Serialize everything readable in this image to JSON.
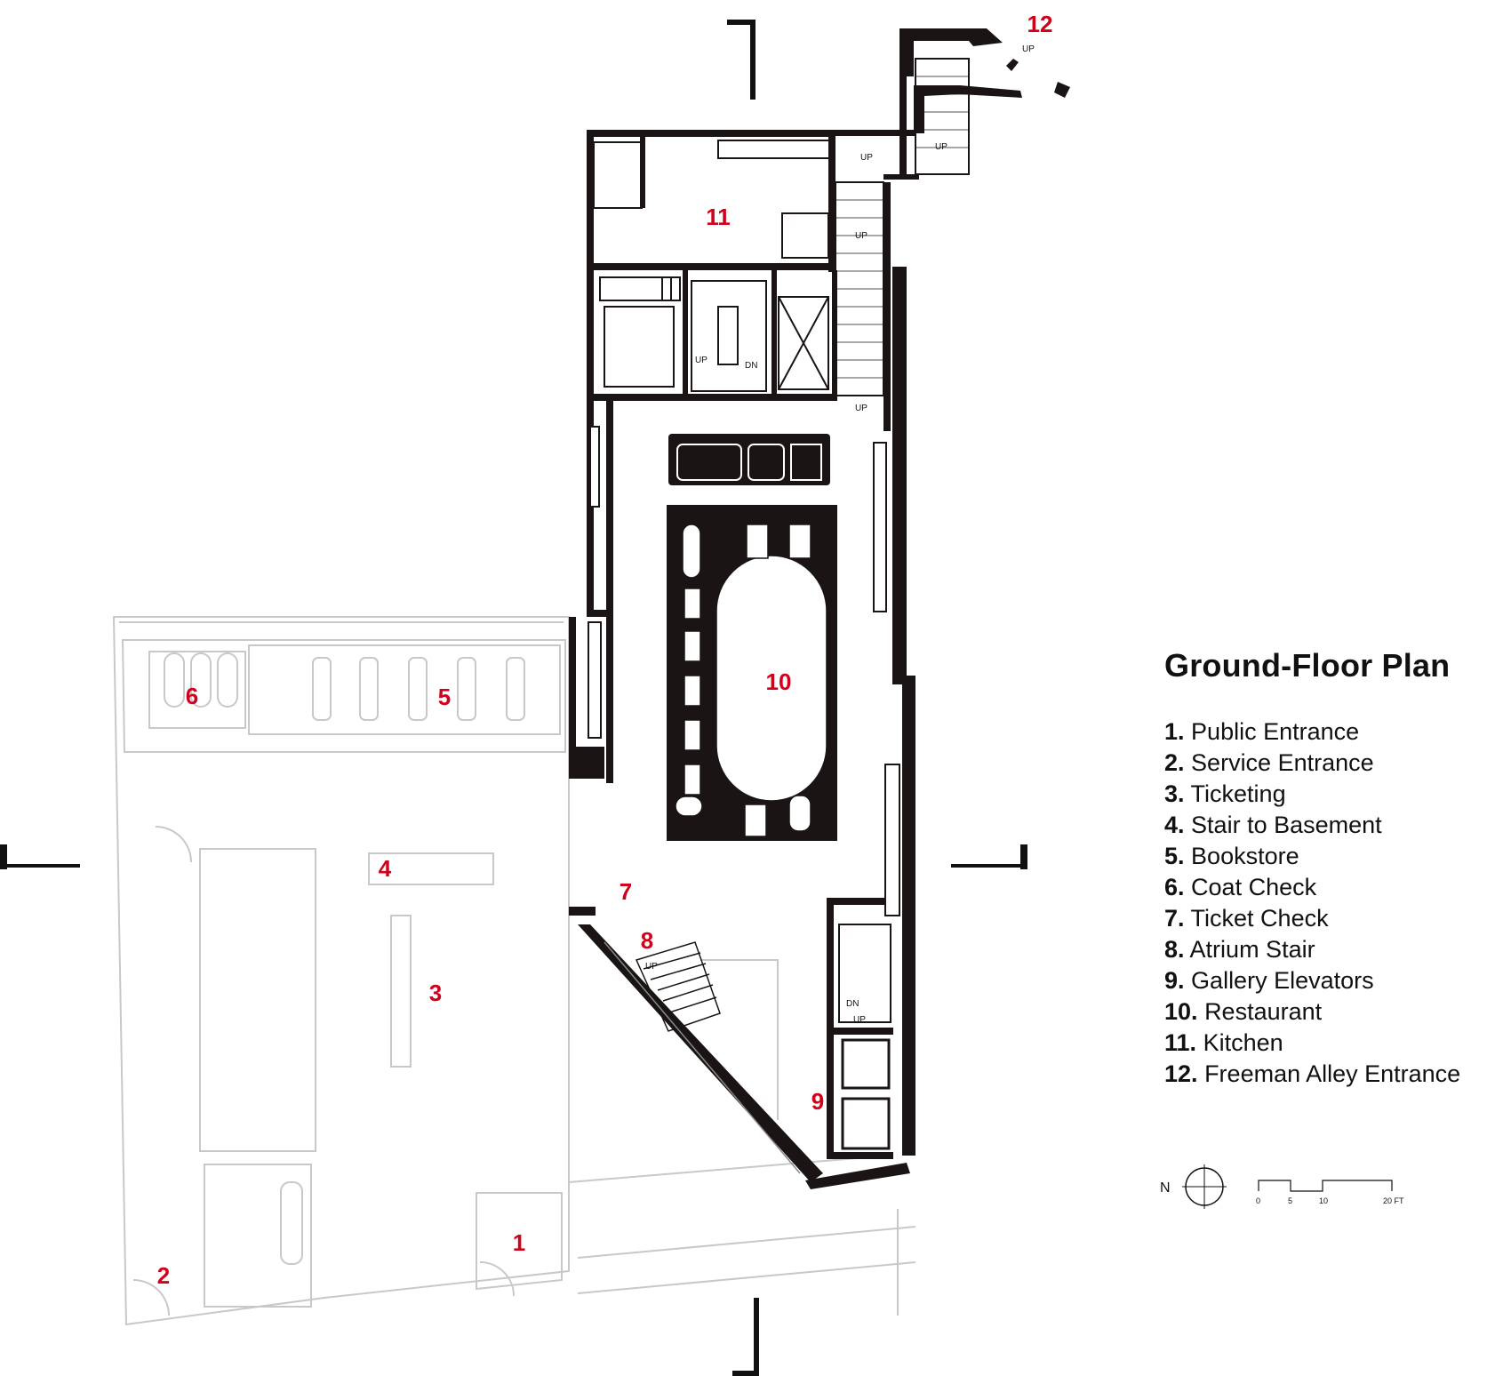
{
  "title": "Ground-Floor Plan",
  "legend": [
    {
      "num": "1.",
      "label": "Public Entrance"
    },
    {
      "num": "2.",
      "label": "Service Entrance"
    },
    {
      "num": "3.",
      "label": "Ticketing"
    },
    {
      "num": "4.",
      "label": "Stair to Basement"
    },
    {
      "num": "5.",
      "label": "Bookstore"
    },
    {
      "num": "6.",
      "label": "Coat Check"
    },
    {
      "num": "7.",
      "label": "Ticket Check"
    },
    {
      "num": "8.",
      "label": "Atrium Stair"
    },
    {
      "num": "9.",
      "label": "Gallery Elevators"
    },
    {
      "num": "10.",
      "label": "Restaurant"
    },
    {
      "num": "11.",
      "label": "Kitchen"
    },
    {
      "num": "12.",
      "label": "Freeman Alley Entrance"
    }
  ],
  "plan_markers": [
    "1",
    "2",
    "3",
    "4",
    "5",
    "6",
    "7",
    "8",
    "9",
    "10",
    "11",
    "12"
  ],
  "stair_labels": {
    "up": "UP",
    "dn": "DN"
  },
  "north": "N",
  "scale": [
    "0",
    "5",
    "10",
    "20 FT"
  ],
  "colors": {
    "wall": "#1a1414",
    "ghost": "#c8c8c8",
    "marker": "#d0021b"
  }
}
